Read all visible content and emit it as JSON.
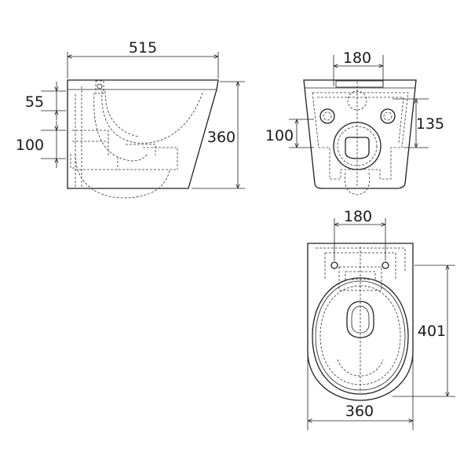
{
  "views": {
    "side": {
      "width_label": "515",
      "height_label": "360",
      "inlet_offset_label": "55",
      "outlet_height_label": "100"
    },
    "rear": {
      "fixing_spacing_label": "180",
      "fixing_height_label": "135",
      "outlet_height_label": "100"
    },
    "top": {
      "fixing_spacing_label": "180",
      "depth_label": "401",
      "width_label": "360"
    }
  }
}
